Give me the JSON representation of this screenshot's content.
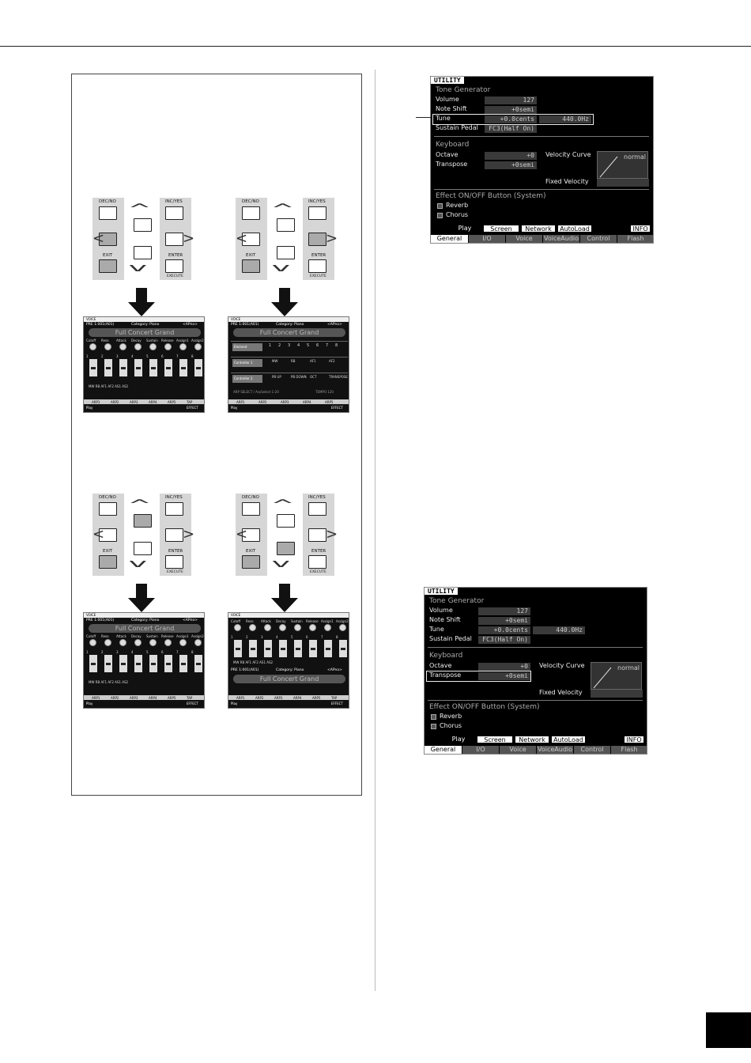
{
  "panels": {
    "dec_no": "DEC/NO",
    "inc_yes": "INC/YES",
    "exit": "EXIT",
    "enter": "ENTER",
    "execute": "EXECUTE"
  },
  "voice_screen": {
    "mode": "VOICE",
    "preset": "PRE 1:001(A01)",
    "category": "Category: Piano",
    "arp": "<APno>",
    "voice_name": "Full Concert Grand",
    "knob_labels": [
      "Cutoff",
      "Reso",
      "Attack",
      "Decay",
      "Sustain",
      "Release",
      "Assign1",
      "Assign2"
    ],
    "part_numbers": [
      "1",
      "2",
      "3",
      "4",
      "5",
      "6",
      "7",
      "8"
    ],
    "bottom_bar": "MW   RB   AF1   AF2   AS1   AS2",
    "tabs": [
      "ARP1",
      "ARP2",
      "ARP3",
      "ARP4",
      "ARP5",
      "TAP"
    ],
    "footer_left": "Play",
    "footer_right": "EFFECT",
    "element_label": "Element",
    "controller1_label": "Controller 1",
    "controller2_label": "Controller 2",
    "c1_values": [
      "MW",
      "RB",
      "AF1",
      "AF2"
    ],
    "c2_values": [
      "PB UP",
      "PB DOWN",
      "OCT",
      "TRANSPOSE"
    ],
    "arp_line": "ARP SELECT / ArpSelect 1-20",
    "tempo": "TEMPO 120"
  },
  "utility": {
    "title": "UTILITY",
    "tone_generator": "Tone Generator",
    "volume_label": "Volume",
    "volume_value": "127",
    "note_shift_label": "Note Shift",
    "note_shift_value": "+0semi",
    "tune_label": "Tune",
    "tune_value": "+0.0cents",
    "tune_hz": "440.0Hz",
    "sustain_label": "Sustain Pedal",
    "sustain_value": "FC3(Half On)",
    "keyboard": "Keyboard",
    "octave_label": "Octave",
    "octave_value": "+0",
    "transpose_label": "Transpose",
    "transpose_value": "+0semi",
    "velocity_curve_label": "Velocity Curve",
    "velocity_curve_value": "normal",
    "fixed_velocity_label": "Fixed Velocity",
    "effect_header": "Effect ON/OFF Button (System)",
    "reverb": "Reverb",
    "chorus": "Chorus",
    "subtabs": [
      "Play",
      "Screen",
      "Network",
      "AutoLoad"
    ],
    "info": "INFO",
    "tabs": [
      "General",
      "I/O",
      "Voice",
      "VoiceAudio",
      "Control",
      "Flash"
    ]
  }
}
